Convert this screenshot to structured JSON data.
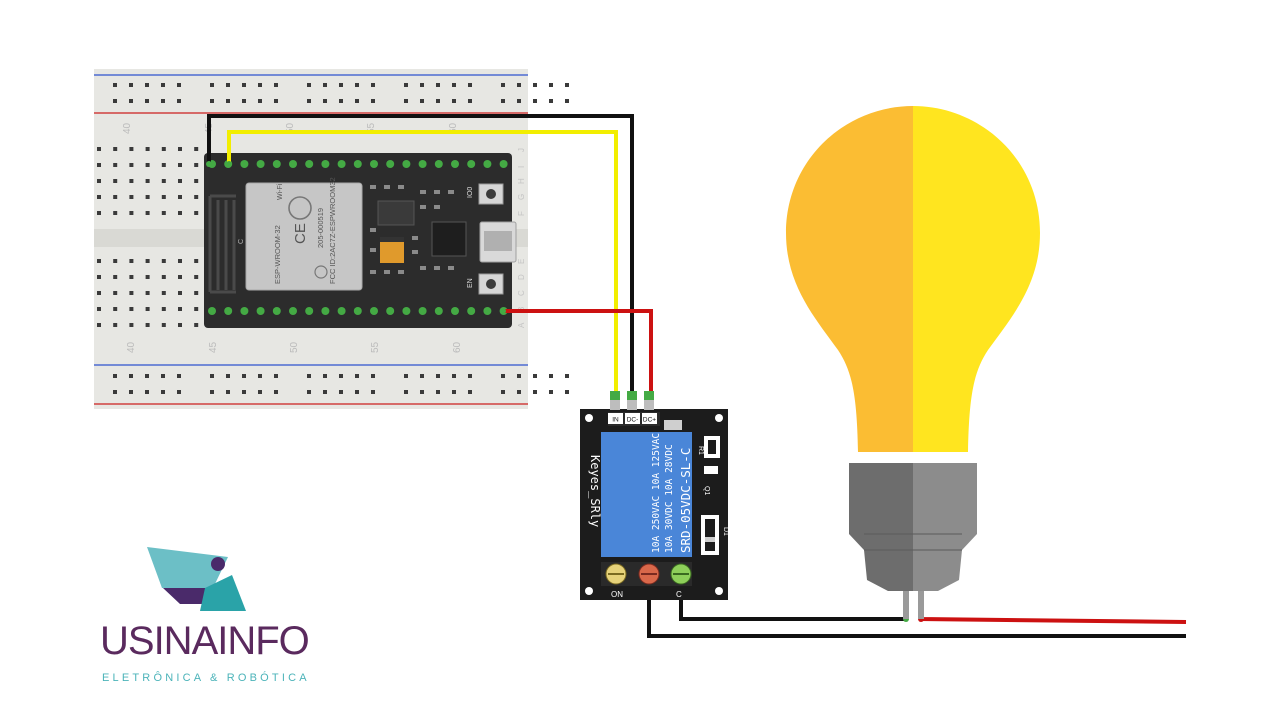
{
  "breadboard": {
    "column_numbers_top": [
      "40",
      "45",
      "50",
      "55",
      "60"
    ],
    "column_numbers_bottom": [
      "40",
      "45",
      "50",
      "55",
      "60"
    ],
    "row_letters_top": [
      "J",
      "I",
      "H",
      "G",
      "F"
    ],
    "row_letters_bottom": [
      "E",
      "D",
      "C",
      "B",
      "A"
    ]
  },
  "esp32": {
    "module_label": "ESP-WROOM-32",
    "fcc_label": "FCC ID:2AC7Z-ESPWROOM32",
    "cert_label": "205-000519",
    "ce_mark": "CE",
    "button_top_label": "IO0",
    "button_bottom_label": "EN",
    "antenna_label": "C",
    "wifi_badge": "Wi-Fi"
  },
  "relay": {
    "pin_labels": [
      "IN",
      "DC-",
      "DC+"
    ],
    "board_label": "Keyes_SRly",
    "relay_line_1": "SRD-05VDC-SL-C",
    "relay_line_2": "10A 250VAC  10A 125VAC",
    "relay_line_3": "10A  30VDC  10A  28VDC",
    "component_q1": "Q1",
    "component_d1": "D1",
    "component_r1": "R1",
    "terminal_label_left": "ON",
    "terminal_label_right": "C"
  },
  "branding": {
    "name": "USINAINFO",
    "tagline": "ELETRÔNICA & ROBÓTICA"
  },
  "colors": {
    "wire_black": "#111111",
    "wire_yellow": "#f2ee00",
    "wire_red": "#cc1111",
    "bulb_left": "#fbbd33",
    "bulb_right": "#ffe51f",
    "relay_blue": "#4a86d8",
    "brand_purple": "#5a2a5e",
    "brand_teal": "#4bb3b9"
  }
}
